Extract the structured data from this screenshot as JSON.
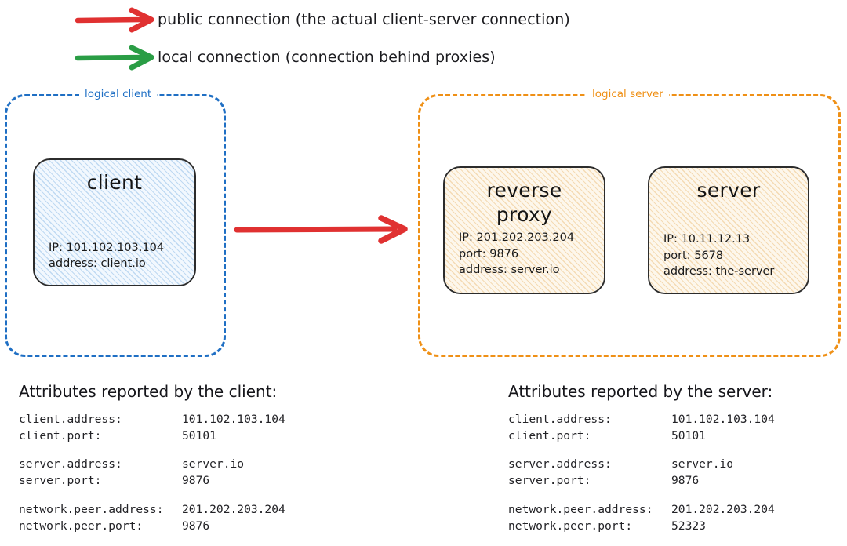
{
  "diagram": {
    "type": "network-topology",
    "title_hidden": "client / reverse proxy / server connection attributes"
  },
  "colors": {
    "public_connection": "#e03131",
    "local_connection": "#2a9d45",
    "logical_client_border": "#1f6fc4",
    "logical_server_border": "#ef9016",
    "node_border": "#2c2c2c",
    "client_fill": "#f2f8fe",
    "server_fill": "#fdf7ec"
  },
  "legend": {
    "items": [
      {
        "icon": "red-arrow-icon",
        "color": "#e03131",
        "label": "public connection (the actual client-server connection)"
      },
      {
        "icon": "green-arrow-icon",
        "color": "#2a9d45",
        "label": "local connection (connection behind proxies)"
      }
    ]
  },
  "scopes": {
    "client": {
      "label": "logical client",
      "color": "#1f6fc4"
    },
    "server": {
      "label": "logical server",
      "color": "#ef9016"
    }
  },
  "nodes": {
    "client": {
      "title": "client",
      "lines": [
        "IP: 101.102.103.104",
        "address: client.io"
      ]
    },
    "reverse_proxy": {
      "title": "reverse proxy",
      "lines": [
        "IP: 201.202.203.204",
        "port: 9876",
        "address: server.io"
      ]
    },
    "server": {
      "title": "server",
      "lines": [
        "IP: 10.11.12.13",
        "port: 5678",
        "address: the-server"
      ]
    }
  },
  "connections": [
    {
      "name": "client-to-reverse-proxy",
      "kind": "public connection",
      "color": "#e03131",
      "from": "client",
      "to": "reverse proxy"
    }
  ],
  "attribute_tables": [
    {
      "id": "client-attributes",
      "title": "Attributes reported by the client:",
      "groups": [
        {
          "rows": [
            {
              "key": "client.address:",
              "value": "101.102.103.104"
            },
            {
              "key": "client.port:",
              "value": "50101"
            }
          ]
        },
        {
          "rows": [
            {
              "key": "server.address:",
              "value": "server.io"
            },
            {
              "key": "server.port:",
              "value": "9876"
            }
          ]
        },
        {
          "rows": [
            {
              "key": "network.peer.address:",
              "value": "201.202.203.204"
            },
            {
              "key": "network.peer.port:",
              "value": "9876"
            }
          ]
        }
      ]
    },
    {
      "id": "server-attributes",
      "title": "Attributes reported by the server:",
      "groups": [
        {
          "rows": [
            {
              "key": "client.address:",
              "value": "101.102.103.104"
            },
            {
              "key": "client.port:",
              "value": "50101"
            }
          ]
        },
        {
          "rows": [
            {
              "key": "server.address:",
              "value": "server.io"
            },
            {
              "key": "server.port:",
              "value": "9876"
            }
          ]
        },
        {
          "rows": [
            {
              "key": "network.peer.address:",
              "value": "201.202.203.204"
            },
            {
              "key": "network.peer.port:",
              "value": "52323"
            }
          ]
        }
      ]
    }
  ]
}
